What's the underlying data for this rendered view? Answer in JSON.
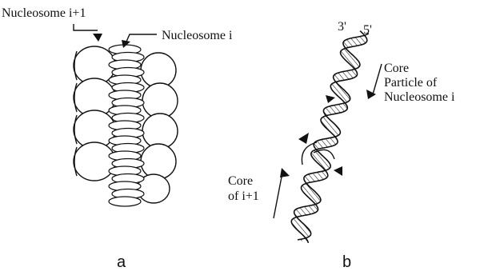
{
  "panel_a": {
    "label_top": "Nucleosome i+1",
    "label_right": "Nucleosome i",
    "panel_letter": "a"
  },
  "panel_b": {
    "end_3": "3'",
    "end_5": "5'",
    "core_i_line1": "Core",
    "core_i_line2": "Particle of",
    "core_i_line3": "Nucleosome i",
    "core_next_line1": "Core",
    "core_next_line2": "of i+1",
    "panel_letter": "b"
  },
  "colors": {
    "ink": "#111111",
    "background": "#ffffff"
  }
}
